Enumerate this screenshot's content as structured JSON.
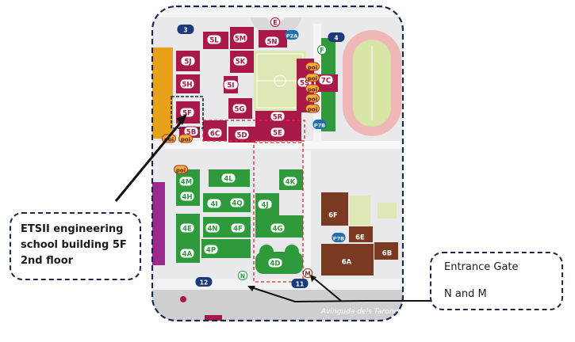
{
  "callouts": {
    "etsii": {
      "lines": [
        "ETSII engineering",
        "school building 5F",
        "2nd floor"
      ]
    },
    "gate": {
      "line1": "Entrance Gate",
      "line2": "N and M"
    }
  },
  "map": {
    "street_name": "Avinguda dels Tarongers",
    "gate_labels": [
      "N",
      "M"
    ],
    "bus_stops": [
      "3",
      "4",
      "11",
      "12"
    ],
    "parking_labels": [
      "P7B",
      "P7B",
      "P2A"
    ],
    "buildings_red": [
      "5L",
      "5M",
      "5N",
      "5J",
      "5K",
      "5H",
      "5I",
      "5F",
      "5G",
      "5R",
      "5B",
      "6C",
      "5D",
      "5E",
      "5S",
      "7C"
    ],
    "buildings_green": [
      "4L",
      "4K",
      "4M",
      "4H",
      "4I",
      "4Q",
      "4J",
      "4E",
      "4N",
      "4F",
      "4G",
      "4A",
      "4P",
      "4D"
    ],
    "buildings_brown": [
      "6F",
      "6E",
      "6A",
      "6B"
    ],
    "poi_labels": [
      "poi",
      "poi",
      "poi",
      "poi",
      "poi",
      "poi",
      "poi",
      "poi"
    ],
    "other_labels": [
      "E",
      "F"
    ],
    "colors": {
      "frame": "#1b2a4a",
      "red_building": "#a8194a",
      "green_building": "#2e9a3c",
      "brown_building": "#7a3a22",
      "field": "#dde8b4",
      "track": "#f0b7b7",
      "street": "#cfcfd1",
      "arrow": "#111111"
    }
  }
}
